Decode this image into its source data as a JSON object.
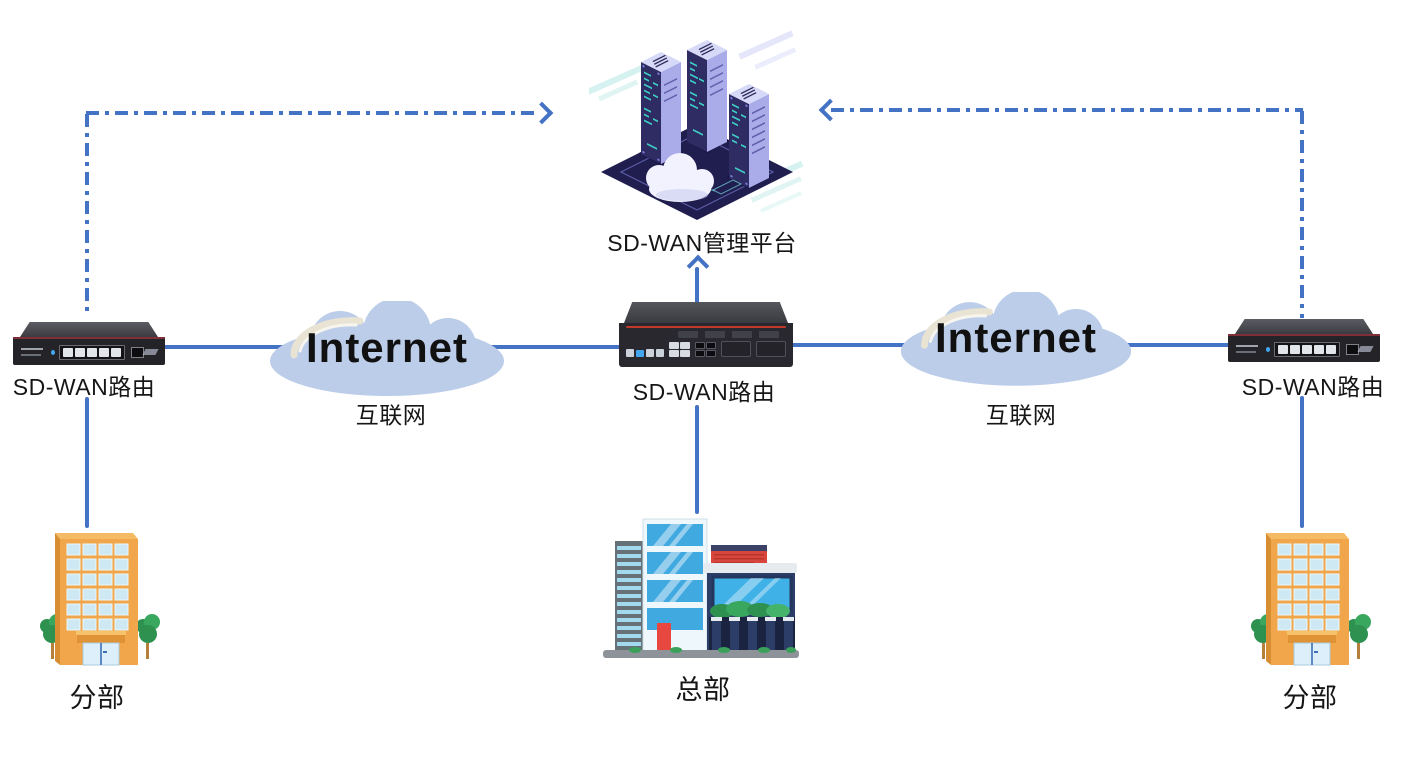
{
  "diagram": {
    "title": "SD-WAN network topology",
    "colors": {
      "line_blue": "#4472C4",
      "cloud_fill": "#BCCDE9",
      "cloud_highlight": "#E8E3D3",
      "text": "#161616",
      "router_chassis": "#28282E",
      "router_accent_red": "#C0392B",
      "platform_base": "#201D4F",
      "platform_tower_front": "#2F2C64",
      "platform_tower_side": "#A9ACE8",
      "platform_tower_top": "#D6D9F8",
      "platform_code_teal": "#3BD4C7",
      "building_branch_wall": "#F2A64B",
      "building_hq_glass": "#3FA9E0"
    },
    "platform": {
      "label": "SD-WAN管理平台",
      "icon": "server-cluster-icon"
    },
    "routers": {
      "left": {
        "label": "SD-WAN路由",
        "icon": "router-icon"
      },
      "center": {
        "label": "SD-WAN路由",
        "icon": "router-icon"
      },
      "right": {
        "label": "SD-WAN路由",
        "icon": "router-icon"
      }
    },
    "clouds": {
      "left": {
        "name": "Internet",
        "caption": "互联网",
        "icon": "cloud-icon"
      },
      "right": {
        "name": "Internet",
        "caption": "互联网",
        "icon": "cloud-icon"
      }
    },
    "sites": {
      "left": {
        "label": "分部",
        "icon": "office-building-icon"
      },
      "center": {
        "label": "总部",
        "icon": "headquarters-building-icon"
      },
      "right": {
        "label": "分部",
        "icon": "office-building-icon"
      }
    }
  }
}
